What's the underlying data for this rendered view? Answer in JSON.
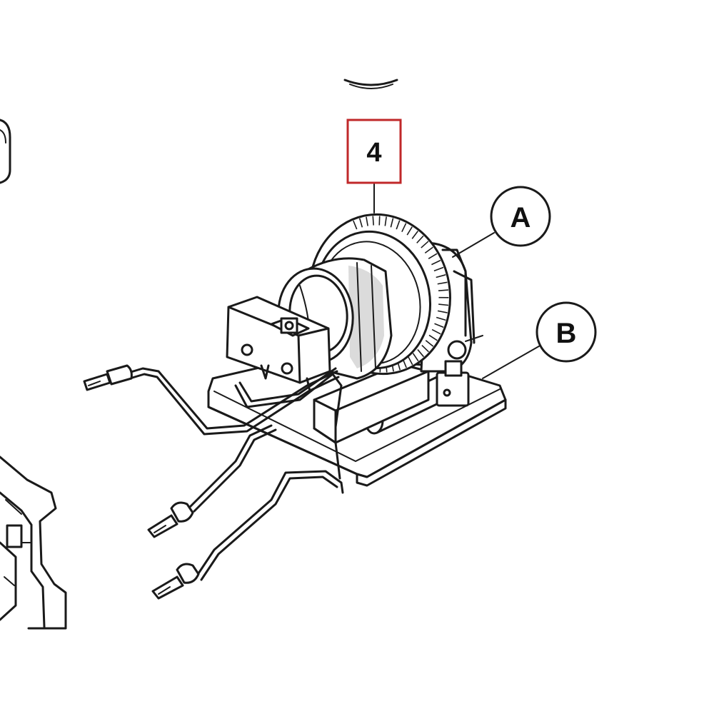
{
  "callouts": {
    "part_number": "4",
    "label_a": "A",
    "label_b": "B"
  },
  "colors": {
    "callout_box": "#c0282a",
    "line_art": "#1a1a1a",
    "background": "#ffffff"
  }
}
